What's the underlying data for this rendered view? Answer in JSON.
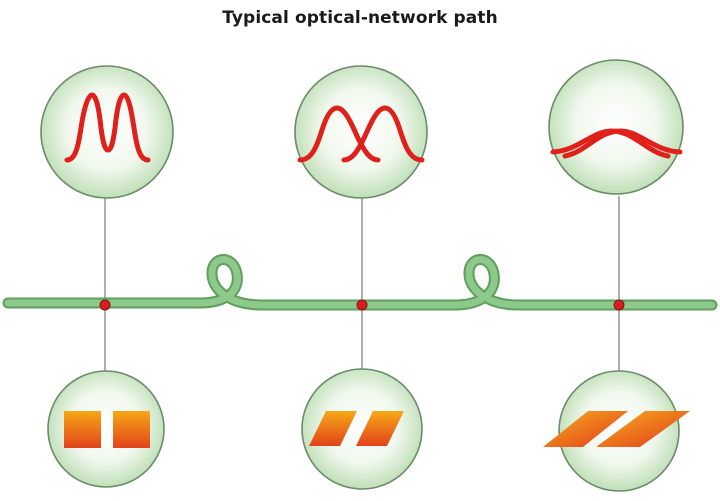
{
  "title": "Typical optical-network path",
  "colors": {
    "fiber": "#8cc98a",
    "fiber_edge": "#5d9f5b",
    "pulse": "#e0201a",
    "node": "#d81e1e",
    "bubble_edge": "#6b8b6b",
    "bubble_center": "#ffffff",
    "bubble_outer": "#b9dcb0",
    "bit_light": "#f6a316",
    "bit_dark": "#e03a12"
  },
  "stages": [
    {
      "name": "stage-1",
      "spectrum": "separated-pulses",
      "bits": "square-bits"
    },
    {
      "name": "stage-2",
      "spectrum": "overlapping-pulses",
      "bits": "slanted-bits"
    },
    {
      "name": "stage-3",
      "spectrum": "dispersed-pulses",
      "bits": "smeared-bits"
    }
  ]
}
